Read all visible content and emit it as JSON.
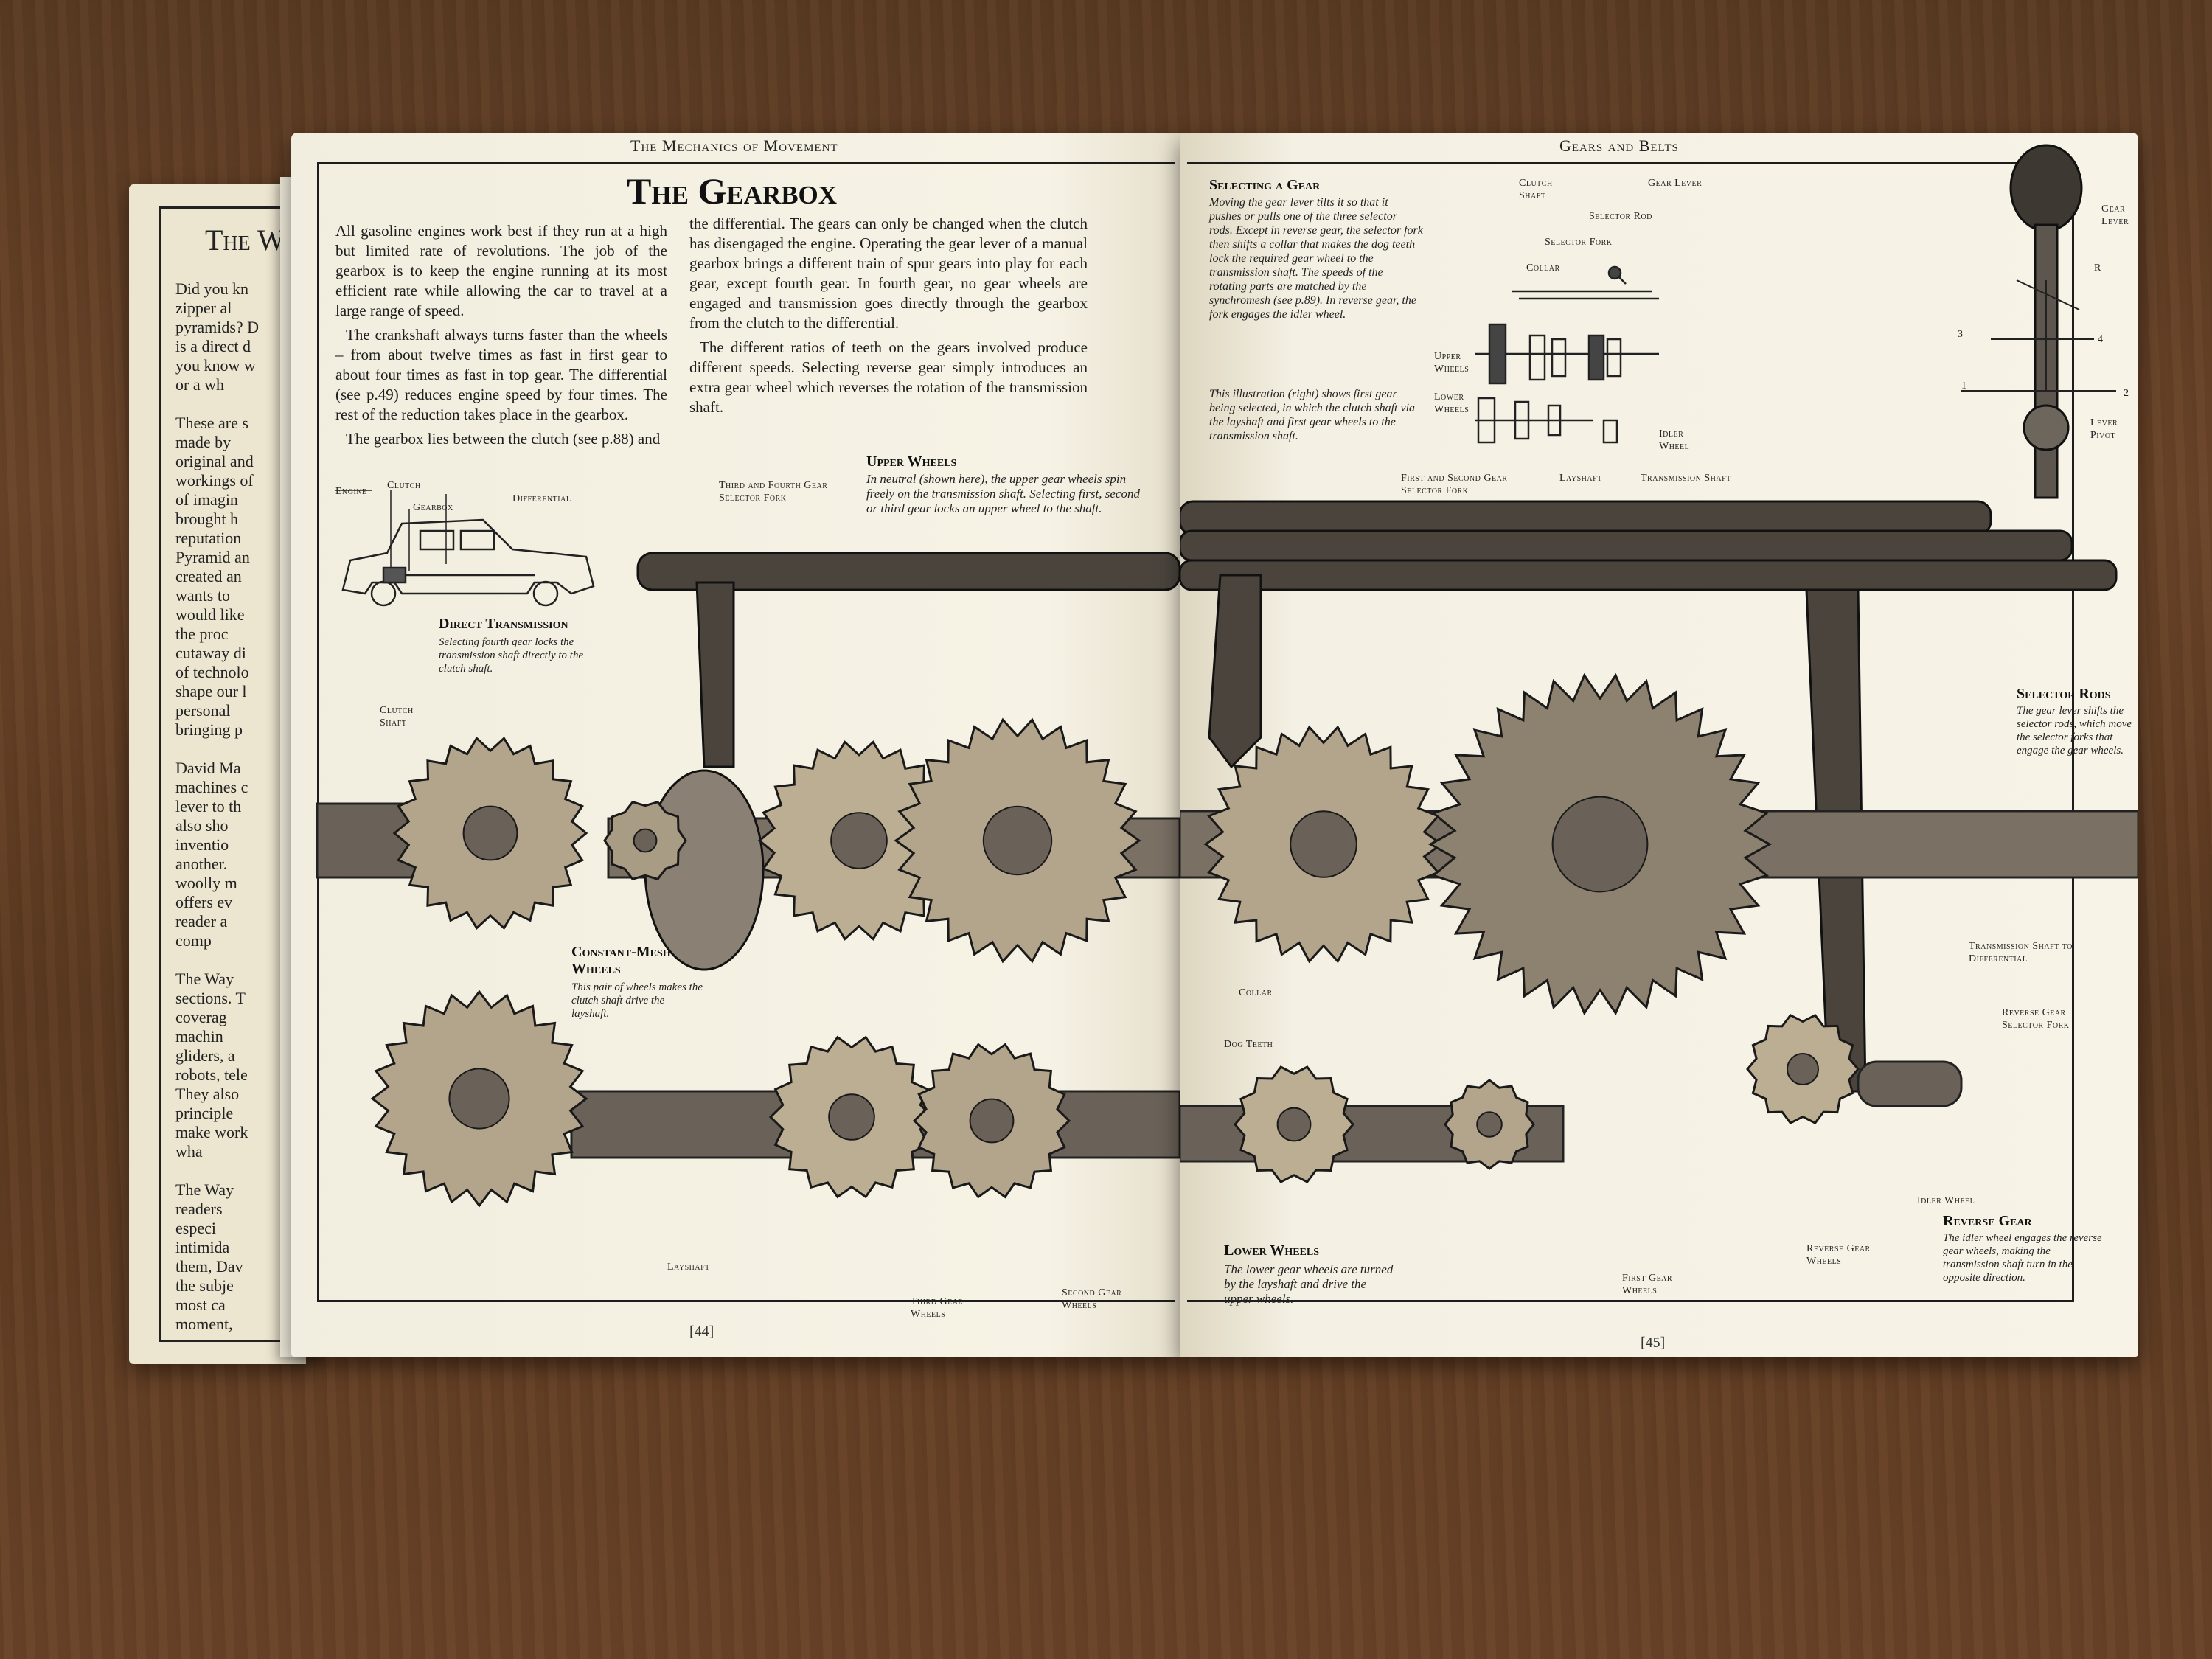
{
  "back_book": {
    "title": "The W",
    "lines": [
      "Did you kn",
      "zipper al",
      "pyramids? D",
      "is a direct d",
      "you know w",
      "or a wh",
      "",
      "These are s",
      "made by",
      "original and",
      "workings of",
      "of imagin",
      "brought h",
      "reputation",
      "Pyramid an",
      "created an",
      "wants to",
      "would like",
      "the proc",
      "cutaway di",
      "of technolo",
      "shape our l",
      "personal",
      "bringing p",
      "",
      "David Ma",
      "machines c",
      "lever to th",
      "also sho",
      "inventio",
      "another.",
      "woolly m",
      "offers ev",
      "reader a",
      "comp",
      "",
      "The Way",
      "sections. T",
      "coverag",
      "machin",
      "gliders, a",
      "robots, tele",
      "They also",
      "principle",
      "make work",
      "wha",
      "",
      "The Way",
      "readers",
      "especi",
      "intimida",
      "them, Dav",
      "the subje",
      "most ca",
      "moment,"
    ]
  },
  "left_page": {
    "running_head": "The Mechanics of Movement",
    "title": "The Gearbox",
    "column1": [
      "All gasoline engines work best if they run at a high but limited rate of revolutions. The job of the gearbox is to keep the engine running at its most efficient rate while allowing the car to travel at a large range of speed.",
      "The crankshaft always turns faster than the wheels – from about twelve times as fast in first gear to about four times as fast in top gear. The differential (see p.49) reduces engine speed by four times. The rest of the reduction takes place in the gearbox.",
      "The gearbox lies between the clutch (see p.88) and"
    ],
    "column2": [
      "the differential. The gears can only be changed when the clutch has disengaged the engine. Operating the gear lever of a manual gearbox brings a different train of spur gears into play for each gear, except fourth gear. In fourth gear, no gear wheels are engaged and transmission goes directly through the gearbox from the clutch to the differential.",
      "The different ratios of teeth on the gears involved produce different speeds. Selecting reverse gear simply introduces an extra gear wheel which reverses the rotation of the transmission shaft."
    ],
    "car_labels": {
      "engine": "Engine",
      "clutch": "Clutch",
      "gearbox": "Gearbox",
      "differential": "Differential"
    },
    "direct_transmission": {
      "title": "Direct Transmission",
      "text": "Selecting fourth gear locks the transmission shaft directly to the clutch shaft."
    },
    "upper_wheels": {
      "title": "Upper Wheels",
      "text": "In neutral (shown here), the upper gear wheels spin freely on the transmission shaft. Selecting first, second or third gear locks an upper wheel to the shaft."
    },
    "labels": {
      "third_fourth_fork": "Third and Fourth Gear Selector Fork",
      "clutch_shaft": "Clutch Shaft",
      "layshaft": "Layshaft",
      "third_gear": "Third Gear Wheels",
      "second_gear": "Second Gear Wheels"
    },
    "constant_mesh": {
      "title": "Constant-Mesh Wheels",
      "text": "This pair of wheels makes the clutch shaft drive the layshaft."
    },
    "page_number": "[44]"
  },
  "right_page": {
    "running_head": "Gears and Belts",
    "selecting_gear": {
      "title": "Selecting a Gear",
      "text1": "Moving the gear lever tilts it so that it pushes or pulls one of the three selector rods. Except in reverse gear, the selector fork then shifts a collar that makes the dog teeth lock the required gear wheel to the transmission shaft. The speeds of the rotating parts are matched by the synchromesh (see p.89). In reverse gear, the fork engages the idler wheel.",
      "text2": "This illustration (right) shows first gear being selected, in which the clutch shaft via the layshaft and first gear wheels to the transmission shaft."
    },
    "diagram_labels": {
      "clutch_shaft": "Clutch Shaft",
      "gear_lever_small": "Gear Lever",
      "selector_rod": "Selector Rod",
      "selector_fork": "Selector Fork",
      "collar": "Collar",
      "upper_wheels": "Upper Wheels",
      "lower_wheels": "Lower Wheels",
      "layshaft": "Layshaft",
      "transmission_shaft": "Transmission Shaft",
      "idler_wheel": "Idler Wheel",
      "gear_lever_big": "Gear Lever",
      "lever_pivot": "Lever Pivot",
      "r": "R",
      "n1": "1",
      "n2": "2",
      "n3": "3",
      "n4": "4"
    },
    "labels": {
      "first_second_fork": "First and Second Gear Selector Fork",
      "collar": "Collar",
      "dog_teeth": "Dog Teeth",
      "transmission_to_diff": "Transmission Shaft to Differential",
      "reverse_fork": "Reverse Gear Selector Fork",
      "idler_wheel": "Idler Wheel",
      "reverse_gear_wheels": "Reverse Gear Wheels",
      "first_gear_wheels": "First Gear Wheels"
    },
    "selector_rods": {
      "title": "Selector Rods",
      "text": "The gear lever shifts the selector rods, which move the selector forks that engage the gear wheels."
    },
    "lower_wheels": {
      "title": "Lower Wheels",
      "text": "The lower gear wheels are turned by the layshaft and drive the upper wheels."
    },
    "reverse_gear": {
      "title": "Reverse Gear",
      "text": "The idler wheel engages the reverse gear wheels, making the transmission shaft turn in the opposite direction."
    },
    "page_number": "[45]"
  }
}
